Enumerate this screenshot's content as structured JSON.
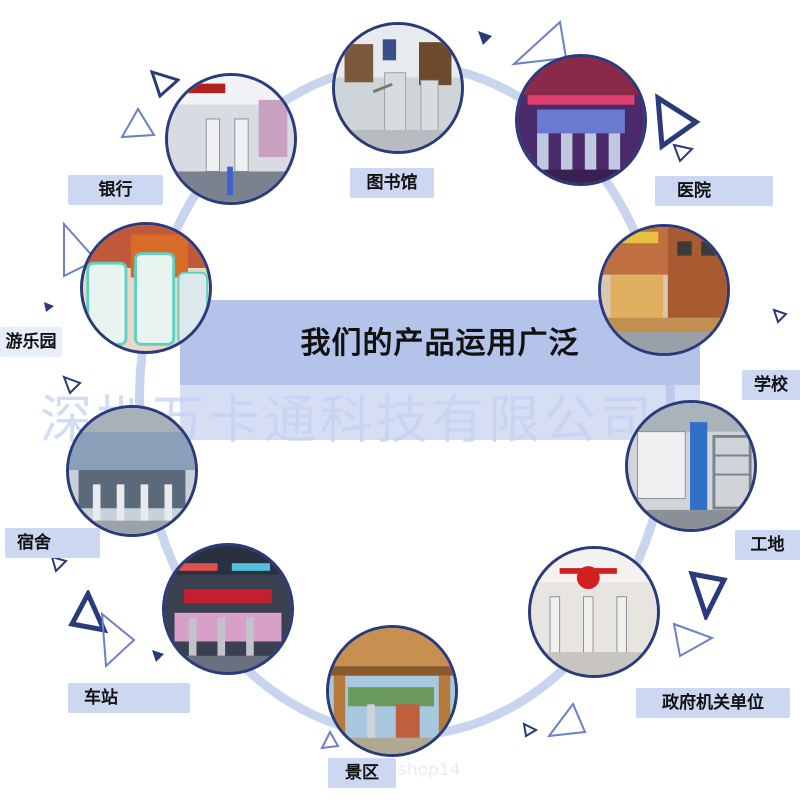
{
  "banner": {
    "title": "我们的产品运用广泛"
  },
  "company": {
    "name": "深圳万卡通科技有限公司"
  },
  "watermark": {
    "text": "shop14"
  },
  "colors": {
    "ring": "#c9d4ee",
    "banner": "#b3c3ea",
    "label_bg": "#ccd8f2",
    "accent": "#2a3a7a"
  },
  "scenes": [
    {
      "id": "library",
      "label": "图书馆"
    },
    {
      "id": "hospital",
      "label": "医院"
    },
    {
      "id": "school",
      "label": "学校"
    },
    {
      "id": "construction",
      "label": "工地"
    },
    {
      "id": "government",
      "label": "政府机关单位"
    },
    {
      "id": "scenic",
      "label": "景区"
    },
    {
      "id": "station",
      "label": "车站"
    },
    {
      "id": "dormitory",
      "label": "宿舍"
    },
    {
      "id": "amusement",
      "label": "游乐园"
    },
    {
      "id": "bank",
      "label": "银行"
    }
  ]
}
